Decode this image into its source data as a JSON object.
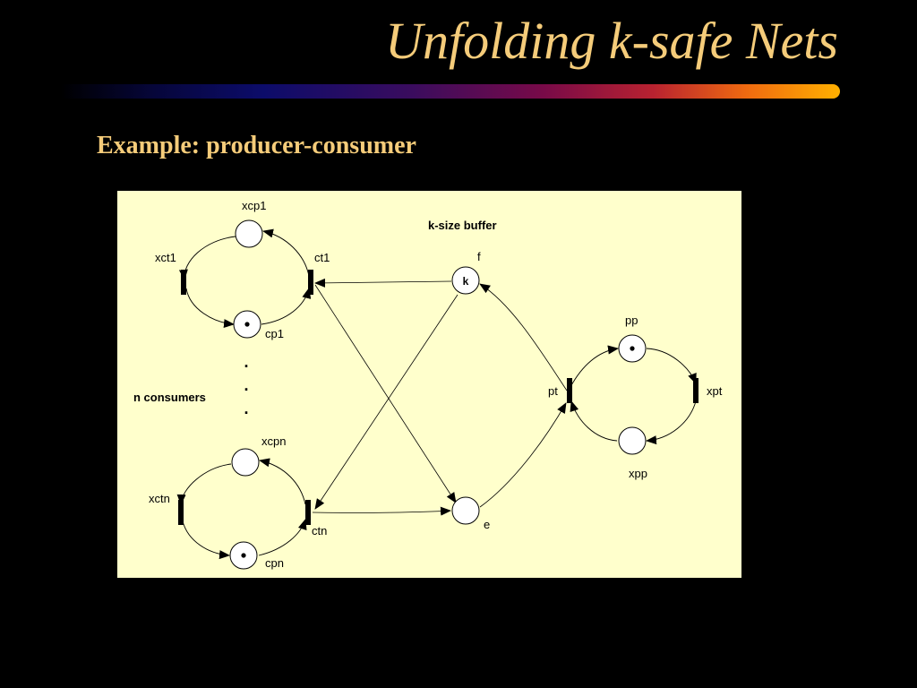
{
  "slide": {
    "title": "Unfolding k-safe Nets",
    "subtitle": "Example: producer-consumer"
  },
  "diagram": {
    "places": {
      "xcp1": "xcp1",
      "cp1": "cp1",
      "xcpn": "xcpn",
      "cpn": "cpn",
      "f": "f",
      "f_tokens": "k",
      "e": "e",
      "pp": "pp",
      "xpp": "xpp"
    },
    "transitions": {
      "xct1": "xct1",
      "ct1": "ct1",
      "xctn": "xctn",
      "ctn": "ctn",
      "pt": "pt",
      "xpt": "xpt"
    },
    "annotations": {
      "buffer": "k-size buffer",
      "consumers": "n consumers",
      "ellipsis": "."
    }
  }
}
